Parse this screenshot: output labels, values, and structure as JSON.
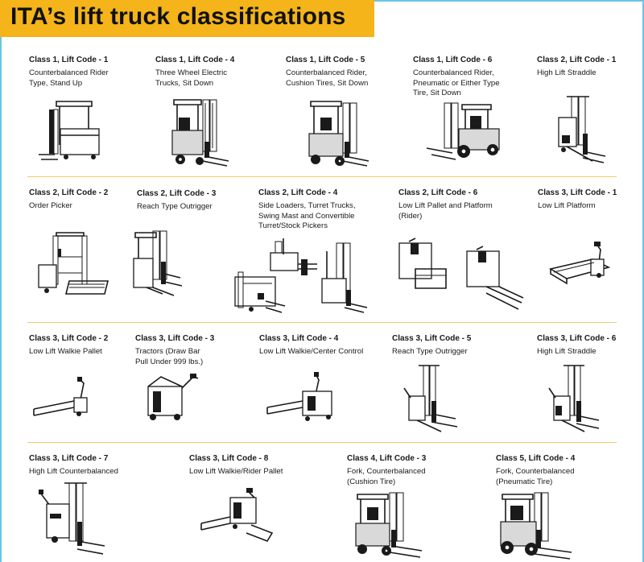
{
  "title": "ITA’s lift truck classifications",
  "colors": {
    "accent": "#f4b41a",
    "frame": "#6cc3e6",
    "divider": "#f6c86a"
  },
  "items": [
    {
      "code": "Class 1, Lift Code - 1",
      "desc": "Counterbalanced Rider\nType, Stand Up"
    },
    {
      "code": "Class 1, Lift Code - 4",
      "desc": "Three Wheel Electric\nTrucks, Sit Down"
    },
    {
      "code": "Class 1, Lift Code - 5",
      "desc": "Counterbalanced Rider,\nCushion Tires, Sit Down"
    },
    {
      "code": "Class 1, Lift Code - 6",
      "desc": "Counterbalanced Rider,\nPneumatic or Either Type\nTire, Sit Down"
    },
    {
      "code": "Class 2, Lift Code - 1",
      "desc": "High Lift Straddle"
    },
    {
      "code": "Class 2, Lift Code - 2",
      "desc": "Order Picker"
    },
    {
      "code": "Class 2, Lift Code - 3",
      "desc": "Reach Type Outrigger"
    },
    {
      "code": "Class 2, Lift Code - 4",
      "desc": "Side Loaders, Turret Trucks,\nSwing Mast and Convertible\nTurret/Stock Pickers"
    },
    {
      "code": "Class 2, Lift Code - 6",
      "desc": "Low Lift Pallet and Platform\n(Rider)"
    },
    {
      "code": "Class 3, Lift Code - 1",
      "desc": "Low Lift Platform"
    },
    {
      "code": "Class 3, Lift Code - 2",
      "desc": "Low Lift Walkie Pallet"
    },
    {
      "code": "Class 3, Lift Code - 3",
      "desc": "Tractors (Draw Bar\nPull Under 999 lbs.)"
    },
    {
      "code": "Class 3, Lift Code - 4",
      "desc": "Low Lift Walkie/Center Control"
    },
    {
      "code": "Class 3, Lift Code - 5",
      "desc": "Reach Type Outrigger"
    },
    {
      "code": "Class 3, Lift Code - 6",
      "desc": "High Lift Straddle"
    },
    {
      "code": "Class 3, Lift Code - 7",
      "desc": "High Lift Counterbalanced"
    },
    {
      "code": "Class 3, Lift Code - 8",
      "desc": "Low Lift Walkie/Rider Pallet"
    },
    {
      "code": "Class 4, Lift Code - 3",
      "desc": "Fork, Counterbalanced\n(Cushion Tire)"
    },
    {
      "code": "Class 5, Lift Code - 4",
      "desc": "Fork, Counterbalanced\n(Pneumatic Tire)"
    }
  ],
  "illustrations": [
    "stand-up-rider-truck-illustration",
    "three-wheel-electric-truck-illustration",
    "cushion-tire-rider-truck-illustration",
    "pneumatic-tire-rider-truck-illustration",
    "high-lift-straddle-illustration",
    "order-picker-illustration",
    "reach-outrigger-illustration",
    "side-loader-turret-truck-illustration",
    "low-lift-pallet-platform-rider-illustration",
    "low-lift-platform-illustration",
    "low-lift-walkie-pallet-illustration",
    "tractor-illustration",
    "walkie-center-control-illustration",
    "walkie-reach-outrigger-illustration",
    "walkie-high-lift-straddle-illustration",
    "walkie-high-lift-counterbalanced-illustration",
    "walkie-rider-pallet-illustration",
    "cushion-tire-forklift-illustration",
    "pneumatic-tire-forklift-illustration"
  ]
}
